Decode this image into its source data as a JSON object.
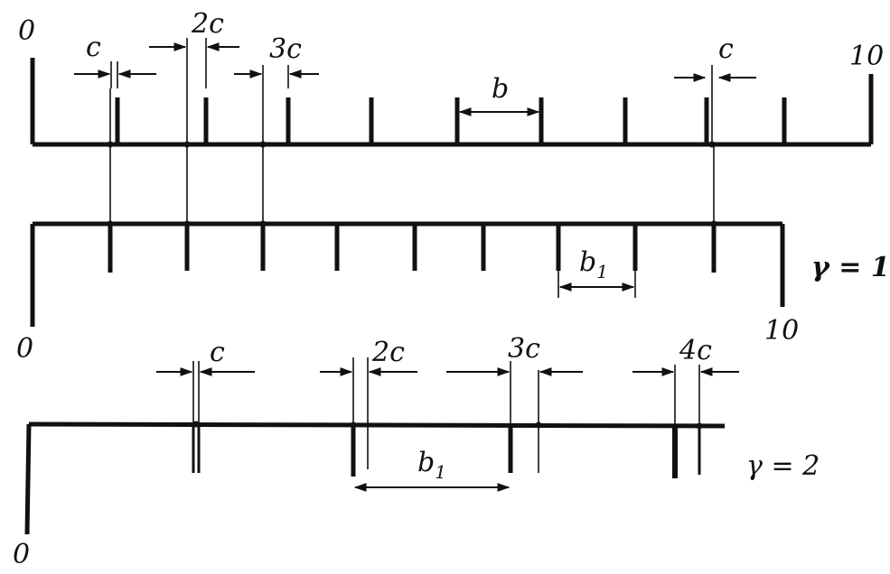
{
  "scale_top": {
    "start_label": "0",
    "end_label": "10",
    "spacing_label": "b",
    "offset_labels": [
      "c",
      "2c",
      "3c",
      "c"
    ]
  },
  "scale_mid": {
    "start_label": "0",
    "end_label": "10",
    "spacing_label": "b",
    "spacing_subscript": "1",
    "gamma_label": "γ = 1"
  },
  "scale_bottom": {
    "start_label": "0",
    "spacing_label": "b",
    "spacing_subscript": "1",
    "gamma_label": "γ = 2",
    "offset_labels": [
      "c",
      "2c",
      "3c",
      "4c"
    ]
  }
}
